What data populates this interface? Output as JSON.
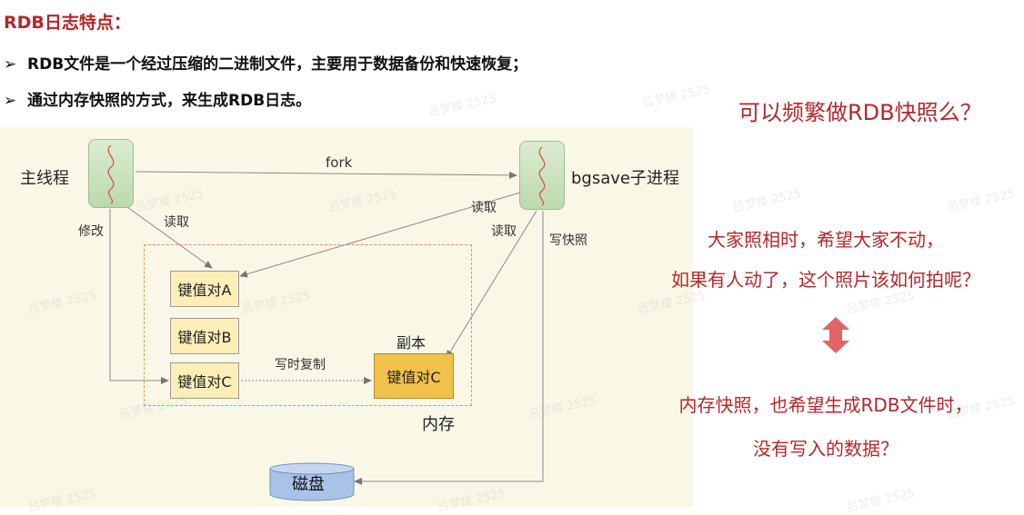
{
  "heading": "RDB日志特点：",
  "bullets": [
    "RDB文件是一个经过压缩的二进制文件，主要用于数据备份和快速恢复；",
    "通过内存快照的方式，来生成RDB日志。"
  ],
  "bullet_marker": "➢",
  "diagram": {
    "main_thread": "主线程",
    "child_process": "bgsave子进程",
    "fork": "fork",
    "modify": "修改",
    "read_main": "读取",
    "read_child_1": "读取",
    "read_child_2": "读取",
    "write_snapshot": "写快照",
    "kv_a": "键值对A",
    "kv_b": "键值对B",
    "kv_c": "键值对C",
    "copy_label": "副本",
    "kv_c_copy": "键值对C",
    "cow": "写时复制",
    "memory": "内存",
    "disk": "磁盘"
  },
  "right_panel": {
    "question": "可以频繁做RDB快照么？",
    "line1": "大家照相时，希望大家不动，",
    "line2": "如果有人动了，这个照片该如何拍呢？",
    "line3": "内存快照，也希望生成RDB文件时，",
    "line4": "没有写入的数据？"
  },
  "watermark": "吕梦楼 2525",
  "colors": {
    "accent_red": "#b1282c",
    "diagram_bg": "#f9f8e7",
    "kv_fill": "#fbeeb6",
    "kv_copy_fill": "#f0c24b",
    "thread_fill": "#c9e2bb",
    "disk_fill": "#a9c3e8",
    "arrow_icon": "#e06666"
  }
}
